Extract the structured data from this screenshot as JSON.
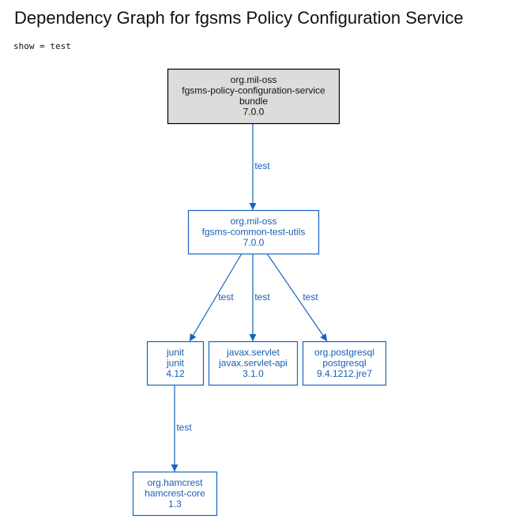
{
  "title": "Dependency Graph for fgsms Policy Configuration Service",
  "filter": "show = test",
  "colors": {
    "root_fill": "#dcdcdc",
    "root_stroke": "#000000",
    "root_text": "#111111",
    "node_fill": "#ffffff",
    "node_stroke": "#1565c0",
    "node_text": "#1a5fb4",
    "edge": "#1565c0",
    "edge_label": "#1a5fb4"
  },
  "nodes": [
    {
      "id": "root",
      "lines": [
        "org.mil-oss",
        "fgsms-policy-configuration-service",
        "bundle",
        "7.0.0"
      ]
    },
    {
      "id": "common-test-utils",
      "lines": [
        "org.mil-oss",
        "fgsms-common-test-utils",
        "7.0.0"
      ]
    },
    {
      "id": "junit",
      "lines": [
        "junit",
        "junit",
        "4.12"
      ]
    },
    {
      "id": "servlet",
      "lines": [
        "javax.servlet",
        "javax.servlet-api",
        "3.1.0"
      ]
    },
    {
      "id": "postgresql",
      "lines": [
        "org.postgresql",
        "postgresql",
        "9.4.1212.jre7"
      ]
    },
    {
      "id": "hamcrest",
      "lines": [
        "org.hamcrest",
        "hamcrest-core",
        "1.3"
      ]
    }
  ],
  "edges": [
    {
      "from": "root",
      "to": "common-test-utils",
      "label": "test"
    },
    {
      "from": "common-test-utils",
      "to": "junit",
      "label": "test"
    },
    {
      "from": "common-test-utils",
      "to": "servlet",
      "label": "test"
    },
    {
      "from": "common-test-utils",
      "to": "postgresql",
      "label": "test"
    },
    {
      "from": "junit",
      "to": "hamcrest",
      "label": "test"
    }
  ]
}
